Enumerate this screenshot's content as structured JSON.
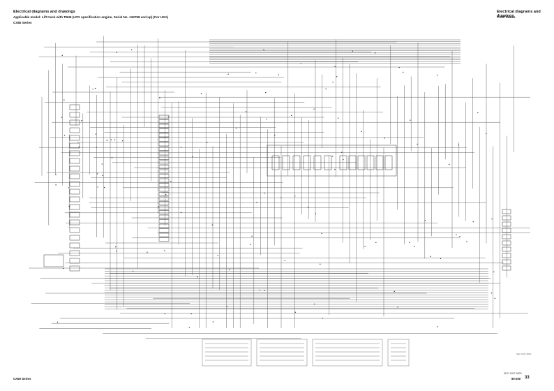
{
  "header": {
    "title": "Electrical diagrams and drawings",
    "subtitle": "Applicable model: Lift truck with TB45 (LPG specification engine, Serial No. 134758 and up) (For USA)",
    "series": "CX50 Series"
  },
  "header_right": {
    "title": "Electrical diagrams and drawings",
    "series": "CX50 Series"
  },
  "footer": {
    "series": "CX50 Series",
    "code": "SEC 1057-9520",
    "page_prefix": "90-250",
    "page_number": "33"
  },
  "margin_code": "SEC 1057-9520",
  "colors": {
    "wire": "#666666",
    "wire_dark": "#333333",
    "background": "#ffffff"
  }
}
